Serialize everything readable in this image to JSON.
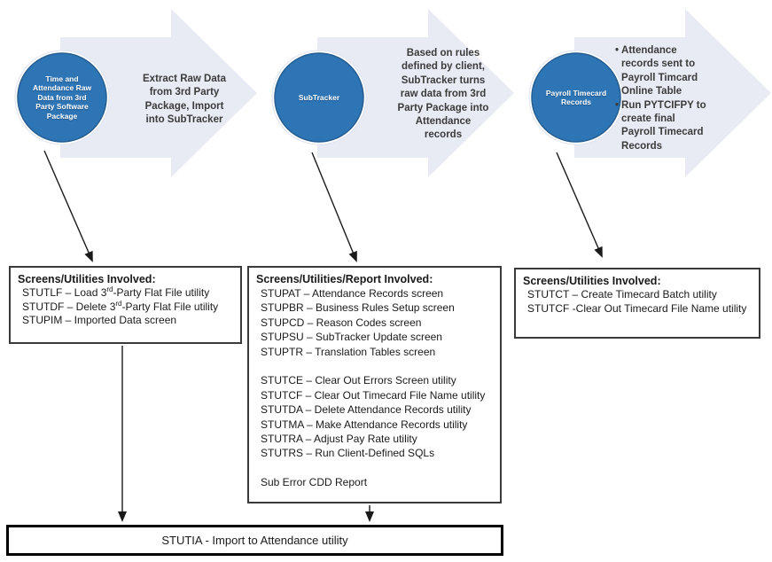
{
  "colors": {
    "circle_fill": "#2E75B6",
    "circle_edge": "#255E91",
    "arrow_fill": "#E8EBF4",
    "arrow_text": "#3B3B3B",
    "connector": "#1A1A1A",
    "box_border": "#3A3A3A",
    "box_text": "#1A1A1A"
  },
  "stages": [
    {
      "circle_label": "Time and\nAttendance Raw\nData from 3rd\nParty Software\nPackage",
      "arrow_text": "Extract Raw Data\nfrom 3rd Party\nPackage, Import\ninto SubTracker"
    },
    {
      "circle_label": "SubTracker",
      "arrow_text": "Based on rules\ndefined by client,\nSubTracker turns\nraw data from 3rd\nParty Package into\nAttendance\nrecords"
    },
    {
      "circle_label": "Payroll Timecard\nRecords",
      "bullets": [
        "Attendance\nrecords sent to\nPayroll Timcard\nOnline Table",
        "Run PYTCIFPY to\ncreate final\nPayroll Timecard\nRecords"
      ]
    }
  ],
  "boxes": [
    {
      "title": "Screens/Utilities Involved:",
      "lines": [
        "STUTLF – Load 3rd-Party Flat File utility",
        "STUTDF – Delete 3rd-Party Flat File utility",
        "STUPIM – Imported Data screen"
      ]
    },
    {
      "title": "Screens/Utilities/Report Involved:",
      "lines": [
        "STUPAT – Attendance Records screen",
        "STUPBR – Business Rules Setup screen",
        "STUPCD – Reason Codes screen",
        "STUPSU – SubTracker Update screen",
        "STUPTR – Translation Tables screen",
        "",
        "STUTCE – Clear Out Errors Screen utility",
        "STUTCF – Clear Out Timecard File Name utility",
        "STUTDA – Delete Attendance Records utility",
        "STUTMA – Make Attendance Records utility",
        "STUTRA – Adjust Pay Rate utility",
        "STUTRS – Run Client-Defined SQLs",
        "",
        "Sub Error CDD Report"
      ]
    },
    {
      "title": "Screens/Utilities Involved:",
      "lines": [
        "STUTCT – Create Timecard Batch utility",
        "STUTCF -Clear Out Timecard File Name utility"
      ]
    }
  ],
  "bottom_box": {
    "label": "STUTIA - Import to Attendance utility"
  }
}
